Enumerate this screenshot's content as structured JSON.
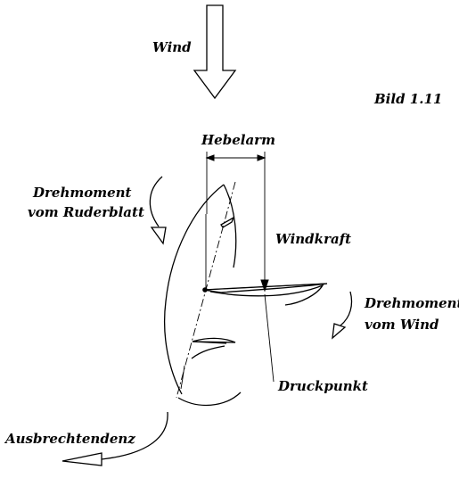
{
  "labels": {
    "wind": "Wind",
    "figure": "Bild 1.11",
    "lever_arm": "Hebelarm",
    "rudder_torque_line1": "Drehmoment",
    "rudder_torque_line2": "vom Ruderblatt",
    "wind_force": "Windkraft",
    "wind_torque_line1": "Drehmoment",
    "wind_torque_line2": "vom Wind",
    "pressure_point": "Druckpunkt",
    "breakout_tendency": "Ausbrechtendenz"
  }
}
